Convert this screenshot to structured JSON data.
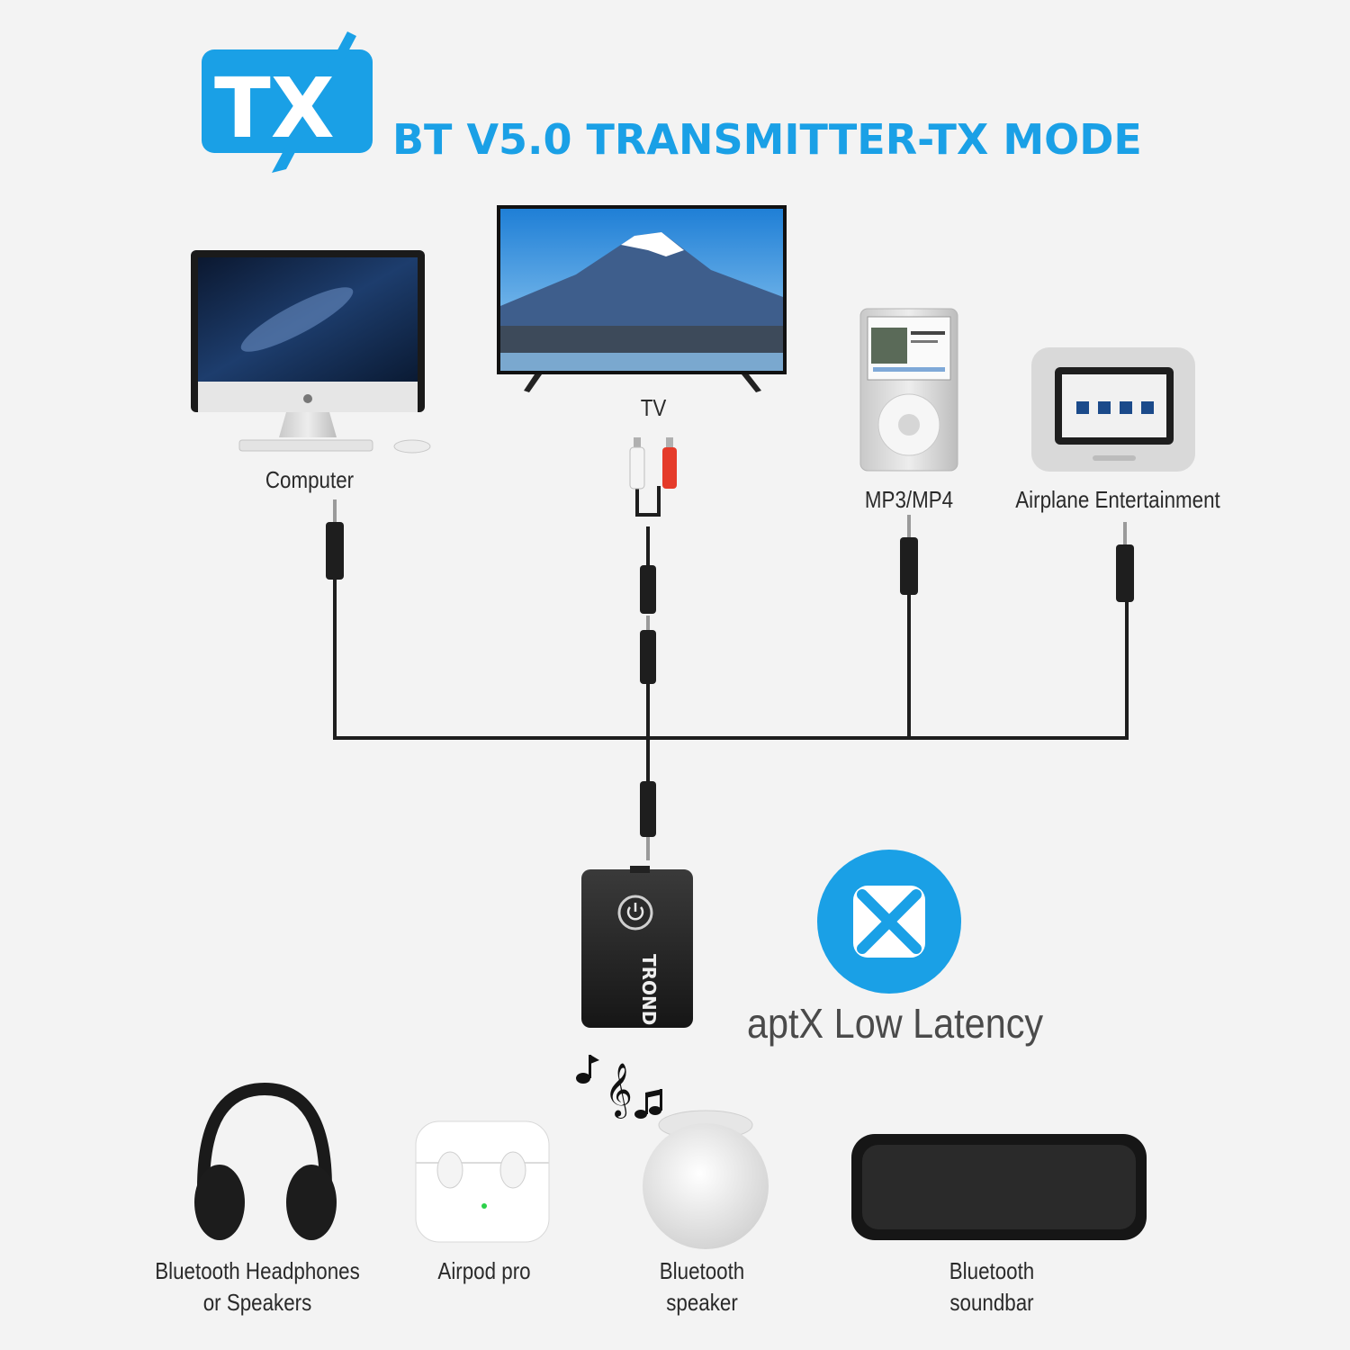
{
  "header": {
    "badge_text": "TX",
    "title": "BT V5.0 TRANSMITTER-TX MODE"
  },
  "sources": {
    "computer": "Computer",
    "tv": "TV",
    "mp3": "MP3/MP4",
    "airplane": "Airplane Entertainment"
  },
  "device": {
    "brand": "TROND",
    "codec_label": "aptX Low Latency"
  },
  "sinks": {
    "headphones_line1": "Bluetooth Headphones",
    "headphones_line2": "or Speakers",
    "airpod": "Airpod pro",
    "speaker_line1": "Bluetooth",
    "speaker_line2": "speaker",
    "soundbar_line1": "Bluetooth",
    "soundbar_line2": "soundbar"
  },
  "colors": {
    "accent": "#1aa0e6",
    "cable": "#1e1e1e",
    "background": "#f3f3f3"
  }
}
